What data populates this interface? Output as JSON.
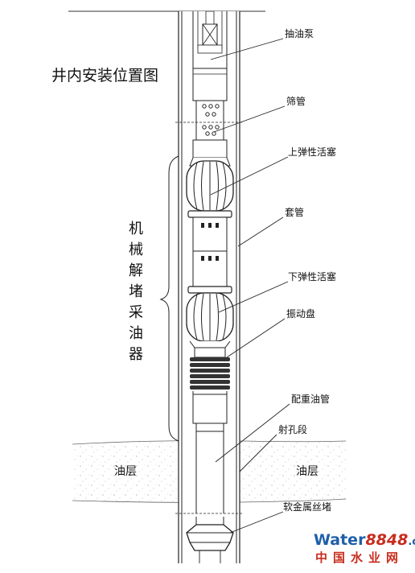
{
  "title": "井内安装位置图",
  "vertical_label": [
    "机",
    "械",
    "解",
    "堵",
    "采",
    "油",
    "器"
  ],
  "labels": {
    "pump": "抽油泵",
    "screen": "筛管",
    "upper_piston": "上弹性活塞",
    "casing": "套管",
    "lower_piston": "下弹性活塞",
    "vibration_disc": "振动盘",
    "weight_tube": "配重油管",
    "perforation": "射孔段",
    "plug": "软金属丝堵"
  },
  "oil_layer_left": "油层",
  "oil_layer_right": "油层",
  "watermark": {
    "brand_a": "Water",
    "brand_b": "8848",
    "brand_c": ".com",
    "subtitle": "中国水业网",
    "colors": {
      "blue": "#1f5fa8",
      "red": "#c82c1e"
    }
  }
}
